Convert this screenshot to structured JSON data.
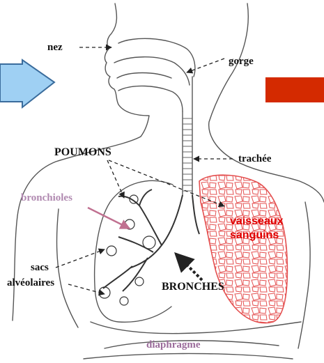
{
  "labels": {
    "nez": "nez",
    "gorge": "gorge",
    "poumons": "POUMONS",
    "trachee": "trachée",
    "bronchioles": "bronchioles",
    "vaisseaux_line1": "vaisseaux",
    "vaisseaux_line2": "sanguins",
    "sacs_line1": "sacs",
    "sacs_line2": "alvéolaires",
    "bronches": "BRONCHES",
    "diaphragme": "diaphragme"
  },
  "colors": {
    "outline": "#555555",
    "left_arrow_fill": "#9fd0f3",
    "left_arrow_stroke": "#3a6c9c",
    "red_box": "#d42a00",
    "vessels": "#e45050",
    "bronchioles_label": "#b089b0",
    "diaphragme_label": "#9a6b9a"
  },
  "icons": {
    "left_arrow": "arrow-right-icon",
    "red_box": "red-rectangle-icon"
  }
}
